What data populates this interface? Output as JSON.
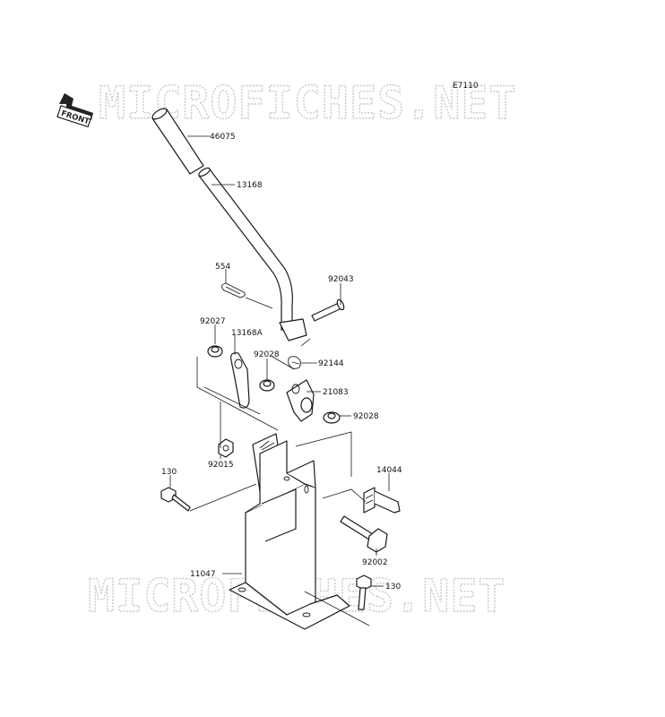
{
  "diagram_code": "E7110",
  "watermark_text": "MICROFICHES.NET",
  "front_badge_label": "FRONT",
  "parts": [
    {
      "key": "p46075",
      "number": "46075"
    },
    {
      "key": "p13168",
      "number": "13168"
    },
    {
      "key": "p554",
      "number": "554"
    },
    {
      "key": "p92043",
      "number": "92043"
    },
    {
      "key": "p92027",
      "number": "92027"
    },
    {
      "key": "p13168A",
      "number": "13168A"
    },
    {
      "key": "p92028a",
      "number": "92028"
    },
    {
      "key": "p92144",
      "number": "92144"
    },
    {
      "key": "p21083",
      "number": "21083"
    },
    {
      "key": "p92028b",
      "number": "92028"
    },
    {
      "key": "p92015",
      "number": "92015"
    },
    {
      "key": "p130a",
      "number": "130"
    },
    {
      "key": "p14044",
      "number": "14044"
    },
    {
      "key": "p92002",
      "number": "92002"
    },
    {
      "key": "p11047",
      "number": "11047"
    },
    {
      "key": "p130b",
      "number": "130"
    }
  ]
}
